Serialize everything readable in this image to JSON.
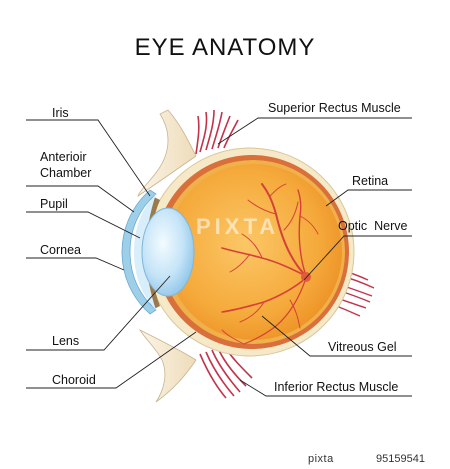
{
  "title": "EYE ANATOMY",
  "labels": {
    "iris": "Iris",
    "anterior_chamber_line1": "Anterioir",
    "anterior_chamber_line2": "Chamber",
    "pupil": "Pupil",
    "cornea": "Cornea",
    "lens": "Lens",
    "choroid": "Choroid",
    "superior_rectus": "Superior Rectus Muscle",
    "retina": "Retina",
    "optic_nerve": "Optic  Nerve",
    "vitreous_gel": "Vitreous Gel",
    "inferior_rectus": "Inferior Rectus Muscle"
  },
  "watermark": "PIXTA",
  "footer": {
    "brand": "pixta",
    "code": "95159541"
  },
  "colors": {
    "sclera": "#f6e9c8",
    "choroid_ring": "#d96f3a",
    "vitreous": "#f5ad3c",
    "lens": "#bfe1f7",
    "cornea": "#9ecfe8",
    "muscle": "#c2334a",
    "vessels": "#d5413a",
    "eyelid": "#f6ead2"
  }
}
